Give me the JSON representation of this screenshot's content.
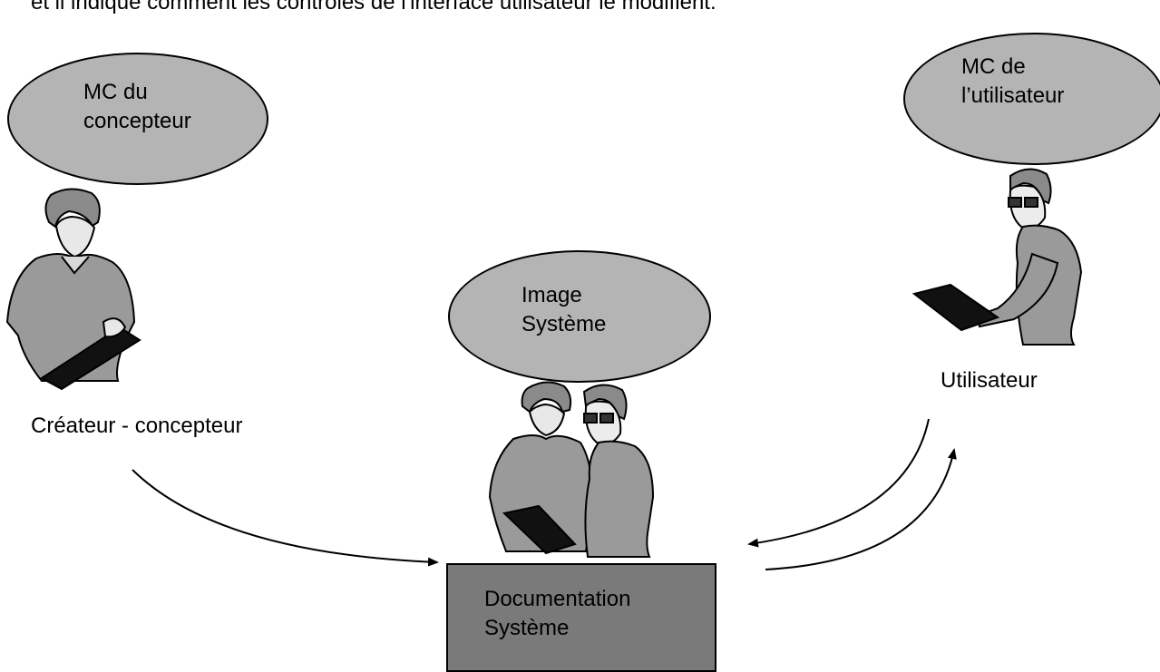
{
  "intro_text": "et il indique comment les contrôles de l'interface utilisateur le modifient.",
  "designer_mental_model": {
    "text": "MC du\nconcepteur"
  },
  "user_mental_model": {
    "text": "MC de\nl’utilisateur"
  },
  "system_image": {
    "text": "Image\nSystème"
  },
  "designer_caption": "Créateur - concepteur",
  "user_caption": "Utilisateur",
  "documentation_box": {
    "text": "Documentation\nSystème"
  },
  "colors": {
    "bubble_fill": "#b4b4b4",
    "doc_box_fill": "#7a7a7a",
    "figure_fill": "#9a9a9a"
  },
  "icons": [
    "designer-figure-icon",
    "user-figure-icon",
    "designer-and-user-figure-icon"
  ]
}
